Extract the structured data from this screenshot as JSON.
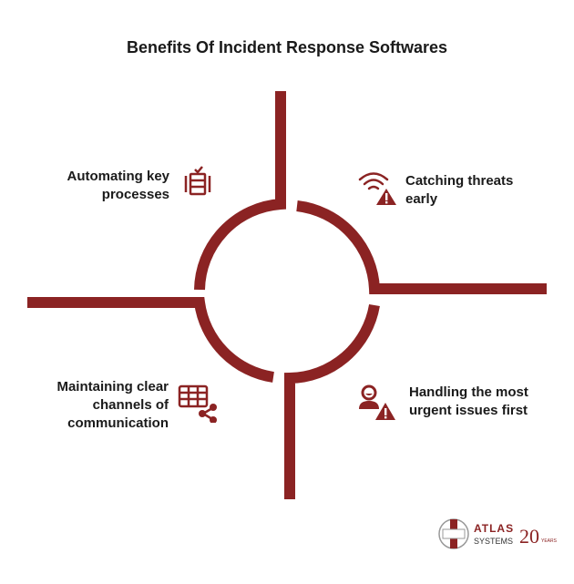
{
  "title": "Benefits Of Incident Response Softwares",
  "accent_color": "#8b2323",
  "items": [
    {
      "label": "Automating key processes",
      "lines": [
        "Automating key",
        "processes"
      ],
      "icon": "checklist-icon"
    },
    {
      "label": "Catching threats early",
      "lines": [
        "Catching threats",
        "early"
      ],
      "icon": "wifi-warning-icon"
    },
    {
      "label": "Maintaining clear channels of communication",
      "lines": [
        "Maintaining clear",
        "channels of",
        "communication"
      ],
      "icon": "table-share-icon"
    },
    {
      "label": "Handling the most urgent issues first",
      "lines": [
        "Handling the most",
        "urgent issues first"
      ],
      "icon": "user-warning-icon"
    }
  ],
  "logo": {
    "name": "ATLAS",
    "sub": "SYSTEMS",
    "years": "20",
    "years_label": "YEARS"
  }
}
